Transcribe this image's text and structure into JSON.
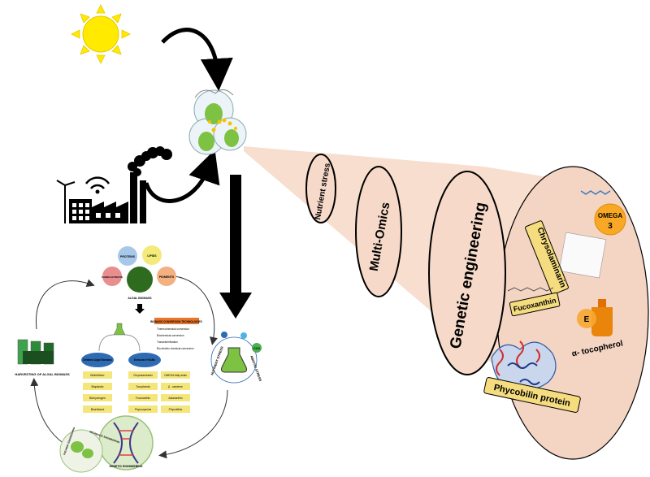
{
  "strategies": {
    "nutrient_stress": "Nutrient stress",
    "multi_omics": "Multi-Omics",
    "genetic_engineering": "Genetic engineering"
  },
  "products": {
    "omega": "OMEGA",
    "omega_num": "3",
    "chrysolaminarin": "Chrysolaminarin",
    "fucoxanthin": "Fucoxanthin",
    "tocopherol": "α- tocopherol",
    "phycobilin": "Phycobilin protein",
    "vitamin_e": "E"
  },
  "biomass": {
    "proteins": "PROTEINS",
    "lipids": "LIPIDS",
    "carbohydrate": "CARBO-HYDRATE",
    "pigments": "PIGMENTS",
    "algal_biomass": "ALGAL BIOMASS",
    "harvesting": "HARVESTING OF ALGAL BIOMASS"
  },
  "conversion": {
    "title": "BIOMASS CONVERSION TECHNOLOGIES",
    "items": [
      "Thermochemical conversion",
      "Biochemical conversion",
      "Transesterification",
      "Bio-electric chemical conversion"
    ]
  },
  "branches": {
    "defatted": "Defatted Algal Biomass",
    "extracted": "Extracted HVABs"
  },
  "defatted_products": [
    "Biofertilizer",
    "Bioplastic",
    "Biohydrogen",
    "Bioethanol"
  ],
  "hvab_products": [
    [
      "Chrysolaminarin",
      "OMEGA fatty acids"
    ],
    [
      "Tocopherols",
      "β - carotene"
    ],
    [
      "Fucoxanthin",
      "Astaxanthin"
    ],
    [
      "Phycocyanins",
      "Phycobilins"
    ]
  ],
  "stress": {
    "nutrient": "NUTRIENT STRESS",
    "abiotic": "ABIOTIC STRESS",
    "co2": "CO2"
  },
  "engineering": {
    "genetic": "GENETIC ENGINEERING",
    "pathway": "PATHWAY ENGINEERING",
    "metabolic": "METABOLIC ENGINEERING"
  },
  "colors": {
    "sun": "#FFEA00",
    "cone": "#F7DCCB",
    "cell_green": "#7DC242",
    "arrow": "#000000"
  }
}
